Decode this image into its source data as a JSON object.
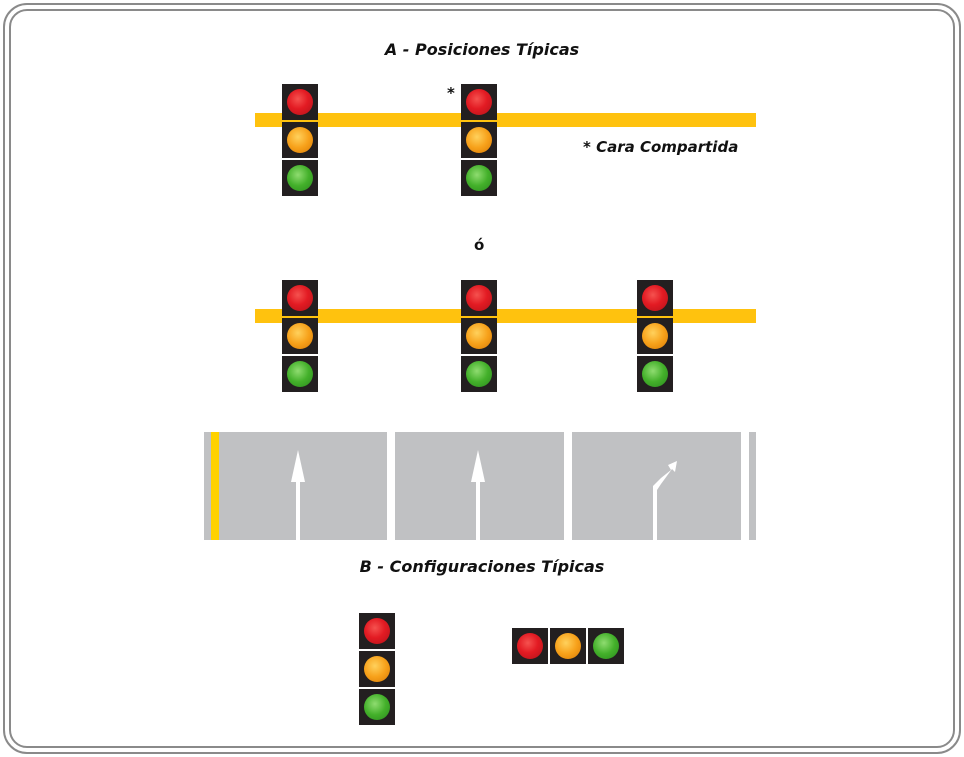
{
  "section_a": {
    "title": "A - Posiciones Típicas"
  },
  "shared_marker": "*",
  "shared_note": "* Cara Compartida",
  "or_text": "ó",
  "section_b": {
    "title": "B - Configuraciones Típicas"
  },
  "signal_lights": [
    "red",
    "amber",
    "green"
  ],
  "colors": {
    "signal_body": "#231f20",
    "red": "#e31b23",
    "amber": "#f7a11a",
    "green": "#43b02a",
    "mast_arm": "#ffc20e",
    "road": "#c0c1c3",
    "lane_line_yellow": "#ffd200",
    "lane_line_white": "#ffffff",
    "frame": "#8a8a8a"
  },
  "lane_arrows": [
    "straight-arrow",
    "straight-arrow",
    "through-right-arrow"
  ]
}
